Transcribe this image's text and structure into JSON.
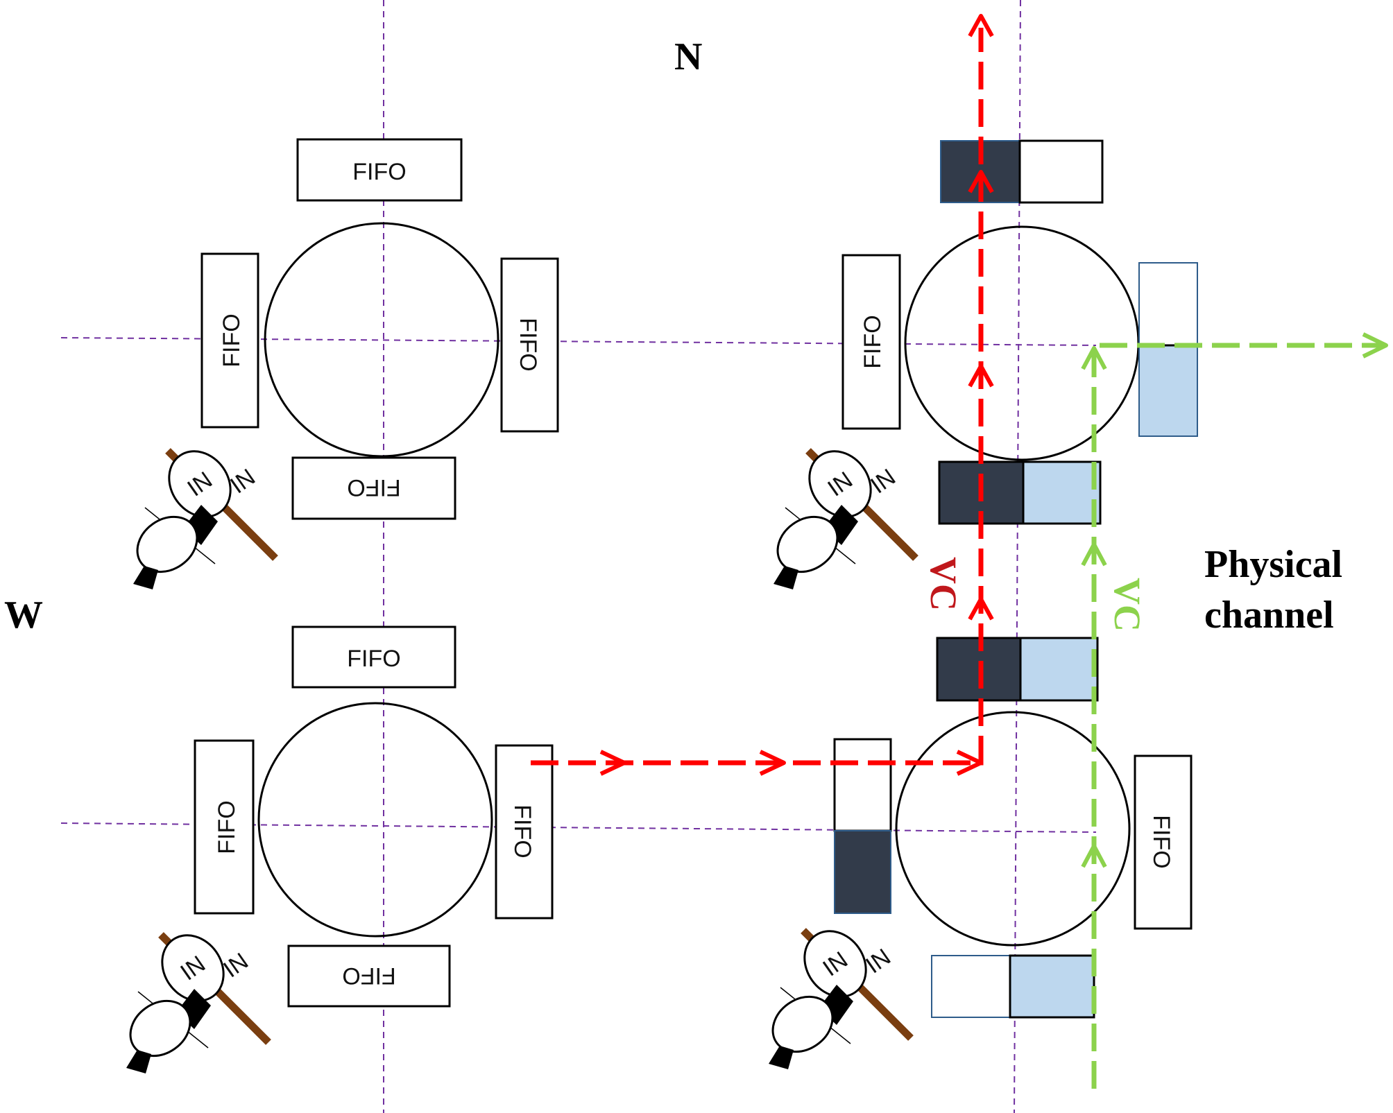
{
  "labels": {
    "north": "N",
    "west": "W",
    "vc_red": "VC",
    "vc_green": "VC",
    "physical_line1": "Physical",
    "physical_line2": "channel",
    "fifo": "FIFO",
    "ni": "NI"
  },
  "colors": {
    "grid": "#7030a0",
    "red_path": "#ff0000",
    "red_label": "#c0181c",
    "green_path": "#8cd24c",
    "dark_vc": "#323b4a",
    "light_vc": "#bdd7ee",
    "blue_border": "#2e5c8a",
    "connector": "#7a3e10"
  }
}
